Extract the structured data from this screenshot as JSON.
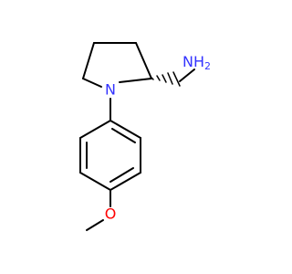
{
  "molecule": {
    "atoms": {
      "amine_group": "NH",
      "amine_subscript": "2",
      "ring_nitrogen": "N",
      "ether_oxygen": "O"
    },
    "colors": {
      "bond": "#000000",
      "nitrogen": "#3333ff",
      "oxygen": "#ff0000"
    }
  }
}
